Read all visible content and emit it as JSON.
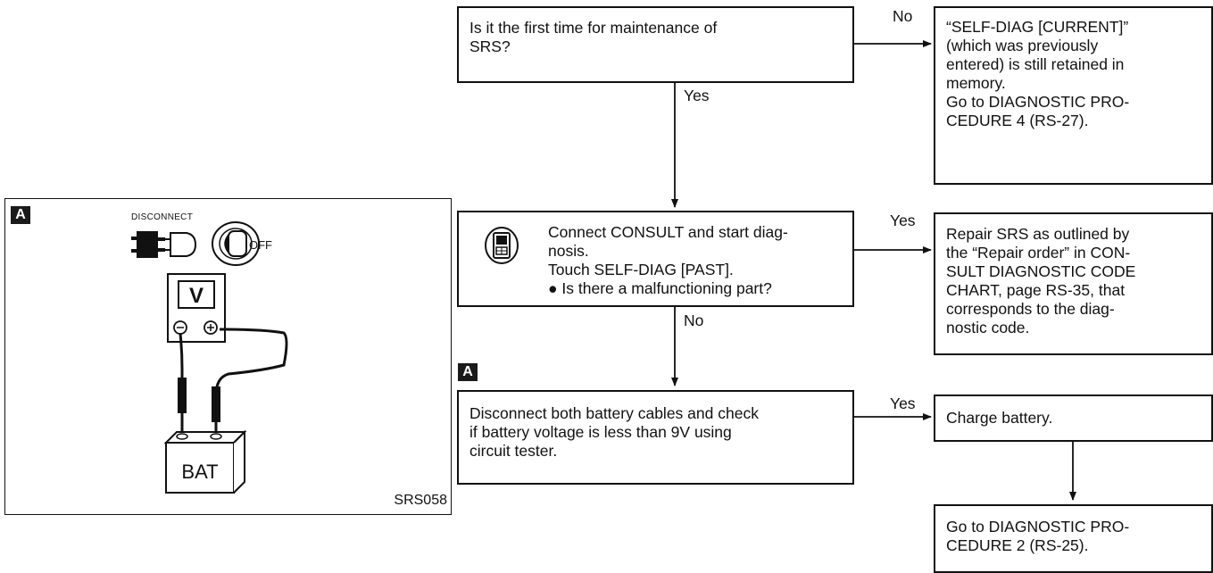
{
  "diagram": {
    "question1": {
      "text": "Is it the first time for maintenance of\nSRS?"
    },
    "question1_no_result": {
      "text": "“SELF-DIAG [CURRENT]”\n(which was previously\nentered) is still retained in\nmemory.\nGo to DIAGNOSTIC PRO-\nCEDURE 4 (RS-27)."
    },
    "question2": {
      "icon": "consult-tester-icon",
      "text": "Connect CONSULT and start diag-\nnosis.\nTouch SELF-DIAG [PAST].\n● Is there a malfunctioning part?"
    },
    "question2_yes_result": {
      "text": "Repair SRS as outlined by\nthe “Repair order” in CON-\nSULT DIAGNOSTIC CODE\nCHART, page RS-35, that\ncorresponds to the diag-\nnostic code."
    },
    "question3": {
      "text": "Disconnect both battery cables and check\nif battery voltage is less than 9V using\ncircuit tester."
    },
    "question3_yes_result": {
      "text": "Charge battery."
    },
    "final_result": {
      "text": "Go to DIAGNOSTIC PRO-\nCEDURE 2 (RS-25)."
    },
    "labels": {
      "no": "No",
      "yes": "Yes"
    },
    "marker": "A"
  },
  "figure": {
    "marker": "A",
    "disconnect_label": "DISCONNECT",
    "key_label": "OFF",
    "meter_label": "V",
    "battery_label": "BAT",
    "figure_code": "SRS058"
  }
}
